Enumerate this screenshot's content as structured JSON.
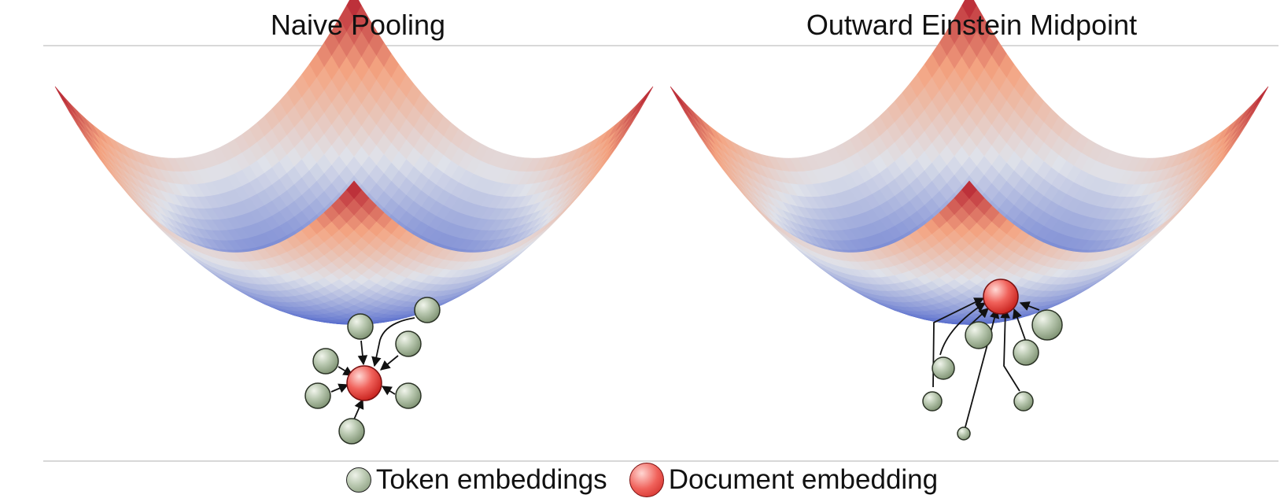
{
  "panels": [
    {
      "title": "Naive Pooling"
    },
    {
      "title": "Outward Einstein Midpoint"
    }
  ],
  "legend": {
    "token_label": "Token embeddings",
    "document_label": "Document embedding"
  },
  "colors": {
    "surface_high": "#b2182b",
    "surface_mid": "#f4a582",
    "surface_neutral": "#dfe2ea",
    "surface_low": "#3f57c7",
    "token_fill": "#a9b99e",
    "token_stroke": "#2b3326",
    "document_fill": "#ee4b44",
    "document_stroke": "#7a1010",
    "arrow": "#111111",
    "divider": "#cccccc"
  }
}
